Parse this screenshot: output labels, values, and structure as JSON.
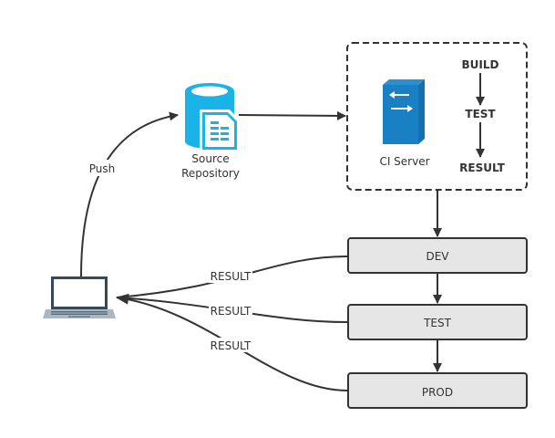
{
  "diagram": {
    "source_repository": {
      "label_line1": "Source",
      "label_line2": "Repository",
      "color": "#1ab3e8"
    },
    "ci_server": {
      "label": "CI Server",
      "color": "#1a80c4",
      "pipeline": [
        "BUILD",
        "TEST",
        "RESULT"
      ]
    },
    "environments": [
      {
        "label": "DEV"
      },
      {
        "label": "TEST"
      },
      {
        "label": "PROD"
      }
    ],
    "edges": {
      "push_label": "Push",
      "result_labels": [
        "RESULT",
        "RESULT",
        "RESULT"
      ]
    },
    "developer": {
      "name": "laptop"
    }
  }
}
